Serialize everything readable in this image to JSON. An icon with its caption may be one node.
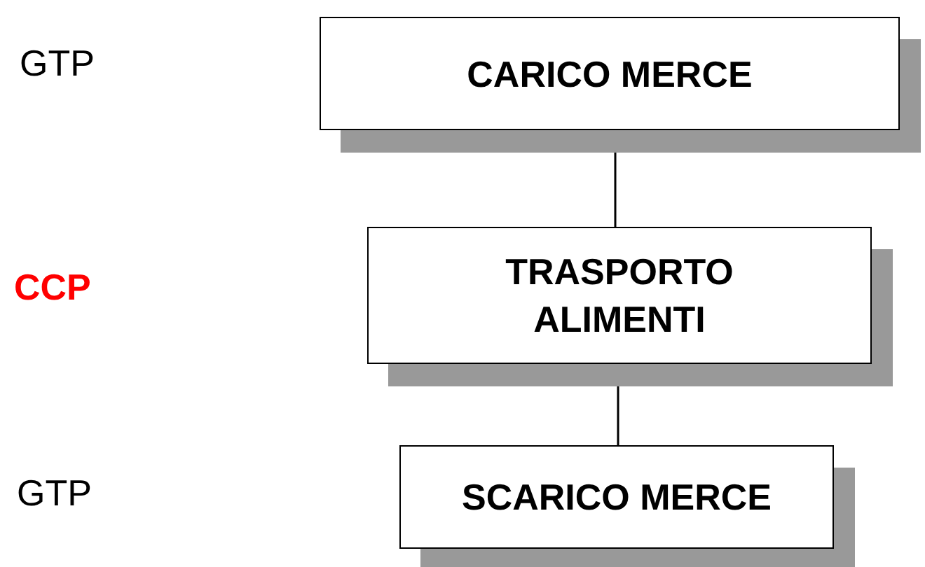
{
  "diagram": {
    "nodes": [
      {
        "text": [
          "CARICO MERCE"
        ]
      },
      {
        "text": [
          "TRASPORTO ALIMENTI"
        ]
      },
      {
        "text": [
          "SCARICO MERCE"
        ]
      }
    ],
    "edges": [
      {
        "from": 0,
        "to": 1,
        "arrow": "none"
      },
      {
        "from": 1,
        "to": 2,
        "arrow": "none"
      }
    ],
    "labels": [
      "GTP",
      "CCP",
      "GTP"
    ]
  }
}
